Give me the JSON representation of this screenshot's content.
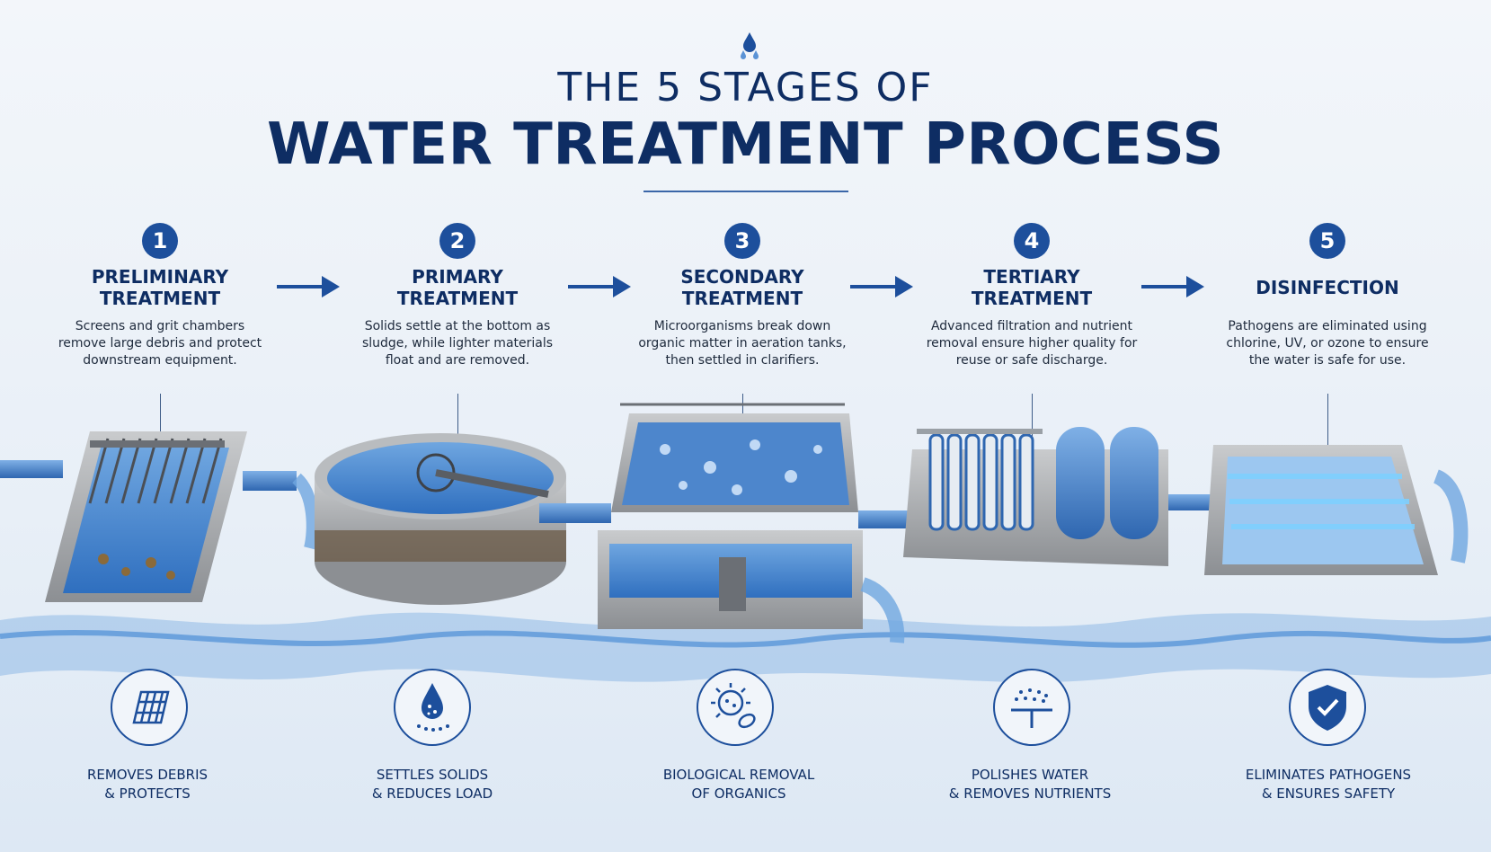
{
  "header": {
    "title_line1": "THE 5 STAGES OF",
    "title_line2": "WATER TREATMENT PROCESS"
  },
  "stages": [
    {
      "number": "1",
      "title": "PRELIMINARY\nTREATMENT",
      "description": "Screens and grit chambers remove large debris and protect downstream equipment.",
      "benefit": "REMOVES DEBRIS\n& PROTECTS",
      "icon": "grid-screen-icon"
    },
    {
      "number": "2",
      "title": "PRIMARY\nTREATMENT",
      "description": "Solids settle at the bottom as sludge, while lighter materials float and are removed.",
      "benefit": "SETTLES SOLIDS\n& REDUCES LOAD",
      "icon": "water-drop-particles-icon"
    },
    {
      "number": "3",
      "title": "SECONDARY\nTREATMENT",
      "description": "Microorganisms break down organic matter in aeration tanks, then settled in clarifiers.",
      "benefit": "BIOLOGICAL REMOVAL\nOF ORGANICS",
      "icon": "microorganism-icon"
    },
    {
      "number": "4",
      "title": "TERTIARY\nTREATMENT",
      "description": "Advanced filtration and nutrient removal ensure higher quality for reuse or safe discharge.",
      "benefit": "POLISHES WATER\n& REMOVES NUTRIENTS",
      "icon": "filtration-icon"
    },
    {
      "number": "5",
      "title": "DISINFECTION",
      "description": "Pathogens are eliminated using chlorine, UV, or ozone to ensure the water is safe for use.",
      "benefit": "ELIMINATES PATHOGENS\n& ENSURES SAFETY",
      "icon": "shield-check-icon"
    }
  ],
  "colors": {
    "navy": "#0e2d63",
    "accent_blue": "#1d4f9c",
    "water": "#4d8fd6",
    "concrete": "#a7a9ab"
  }
}
